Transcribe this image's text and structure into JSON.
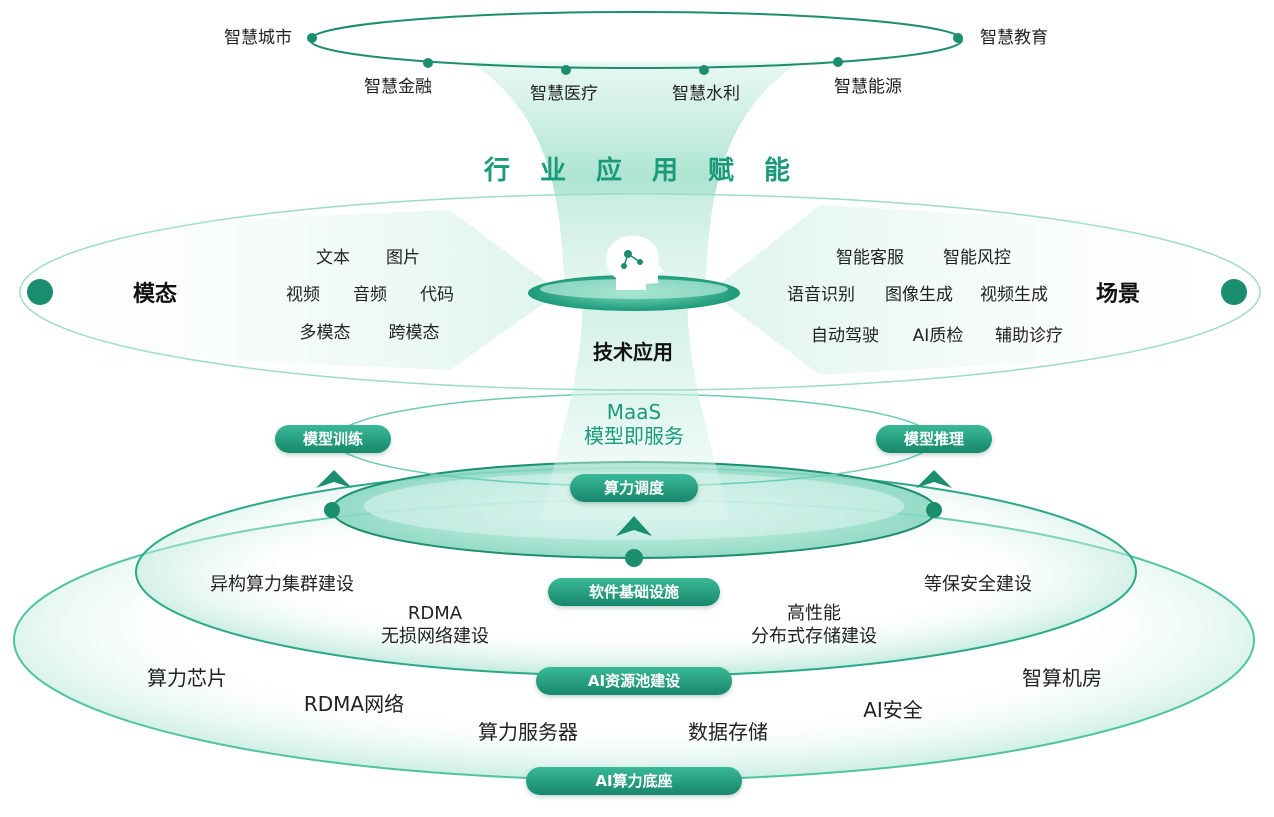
{
  "top_ring": {
    "left": "智慧城市",
    "right": "智慧教育",
    "items": [
      "智慧金融",
      "智慧医疗",
      "智慧水利",
      "智慧能源"
    ]
  },
  "title": "行业应用赋能",
  "tech": {
    "label": "技术应用",
    "modality": {
      "title": "模态",
      "items": [
        "文本",
        "图片",
        "视频",
        "音频",
        "代码",
        "多模态",
        "跨模态"
      ]
    },
    "scene": {
      "title": "场景",
      "items": [
        "智能客服",
        "智能风控",
        "语音识别",
        "图像生成",
        "视频生成",
        "自动驾驶",
        "AI质检",
        "辅助诊疗"
      ]
    }
  },
  "maas": {
    "line1": "MaaS",
    "line2": "模型即服务"
  },
  "pills": {
    "train": "模型训练",
    "infer": "模型推理",
    "schedule": "算力调度",
    "software": "软件基础设施",
    "pool": "AI资源池建设",
    "base": "AI算力底座"
  },
  "pool_items": {
    "hetero": "异构算力集群建设",
    "rdma_line1": "RDMA",
    "rdma_line2": "无损网络建设",
    "storage_line1": "高性能",
    "storage_line2": "分布式存储建设",
    "security": "等保安全建设"
  },
  "base_items": [
    "算力芯片",
    "RDMA网络",
    "算力服务器",
    "数据存储",
    "AI安全",
    "智算机房"
  ],
  "colors": {
    "accent": "#1a9a7b",
    "dark": "#17876b",
    "light": "#cdeee4"
  }
}
